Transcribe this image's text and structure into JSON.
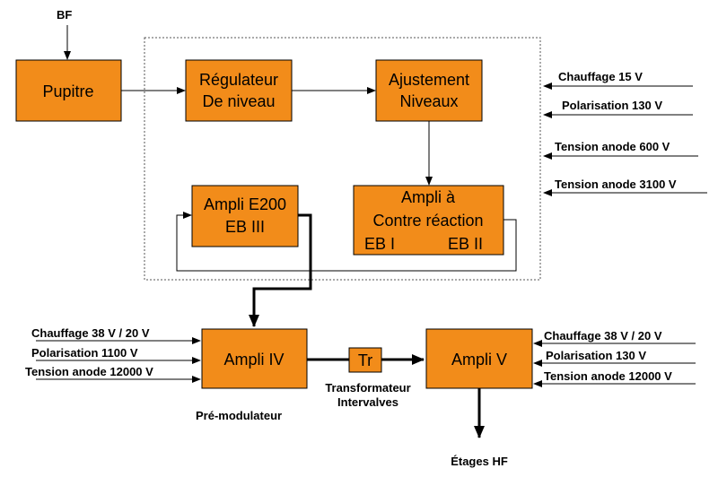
{
  "input_bf": "BF",
  "blocks": {
    "pupitre": [
      "Pupitre"
    ],
    "regulateur": [
      "Régulateur",
      "De niveau"
    ],
    "ajustement": [
      "Ajustement",
      "Niveaux"
    ],
    "ampli_e200": [
      "Ampli E200",
      "EB III"
    ],
    "ampli_contre": [
      "Ampli à",
      "Contre réaction"
    ],
    "ampli_contre_eb1": "EB I",
    "ampli_contre_eb2": "EB II",
    "ampli_iv": [
      "Ampli IV"
    ],
    "tr": [
      "Tr"
    ],
    "ampli_v": [
      "Ampli V"
    ]
  },
  "supplies_top": [
    "Chauffage 15 V",
    "Polarisation 130 V",
    "Tension anode 600 V",
    "Tension anode 3100 V"
  ],
  "supplies_iv": [
    "Chauffage 38 V / 20 V",
    "Polarisation 1100 V",
    "Tension anode 12000 V"
  ],
  "supplies_v": [
    "Chauffage 38 V / 20 V",
    "Polarisation 130 V",
    "Tension anode 12000 V"
  ],
  "labels": {
    "pre_modulateur": "Pré-modulateur",
    "transformateur": [
      "Transformateur",
      "Intervalves"
    ],
    "etages_hf": "Étages HF"
  },
  "colors": {
    "block_fill": "#f28c1a",
    "stroke": "#000000"
  }
}
